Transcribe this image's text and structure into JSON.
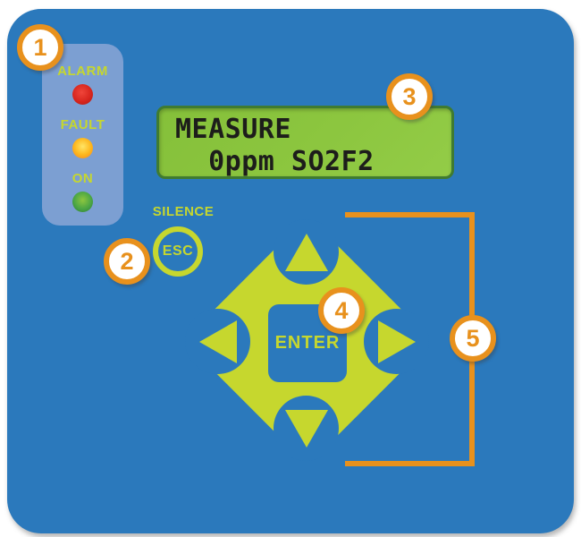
{
  "status_panel": {
    "leds": [
      {
        "label": "ALARM",
        "color": "#d8261e"
      },
      {
        "label": "FAULT",
        "color": "#fdb81e"
      },
      {
        "label": "ON",
        "color": "#4ba644"
      }
    ]
  },
  "display": {
    "line1": "MEASURE",
    "line2": "  0ppm SO2F2"
  },
  "controls": {
    "silence_label": "SILENCE",
    "esc_label": "ESC",
    "enter_label": "ENTER",
    "arrow_icons": [
      "up-arrow",
      "left-arrow",
      "right-arrow",
      "down-arrow"
    ]
  },
  "callouts": [
    {
      "number": "1"
    },
    {
      "number": "2"
    },
    {
      "number": "3"
    },
    {
      "number": "4"
    },
    {
      "number": "5"
    }
  ],
  "colors": {
    "panel_blue": "#2b79bc",
    "indicator_panel_blue": "#7c9fd2",
    "accent_yellow_green": "#c6d72e",
    "lcd_green": "#8cc63f",
    "lcd_border_green": "#3f7b31",
    "lcd_text": "#1d1d1b",
    "callout_orange": "#e8911d",
    "led_red": "#d8261e",
    "led_amber": "#fdb81e",
    "led_green": "#4ba644"
  }
}
